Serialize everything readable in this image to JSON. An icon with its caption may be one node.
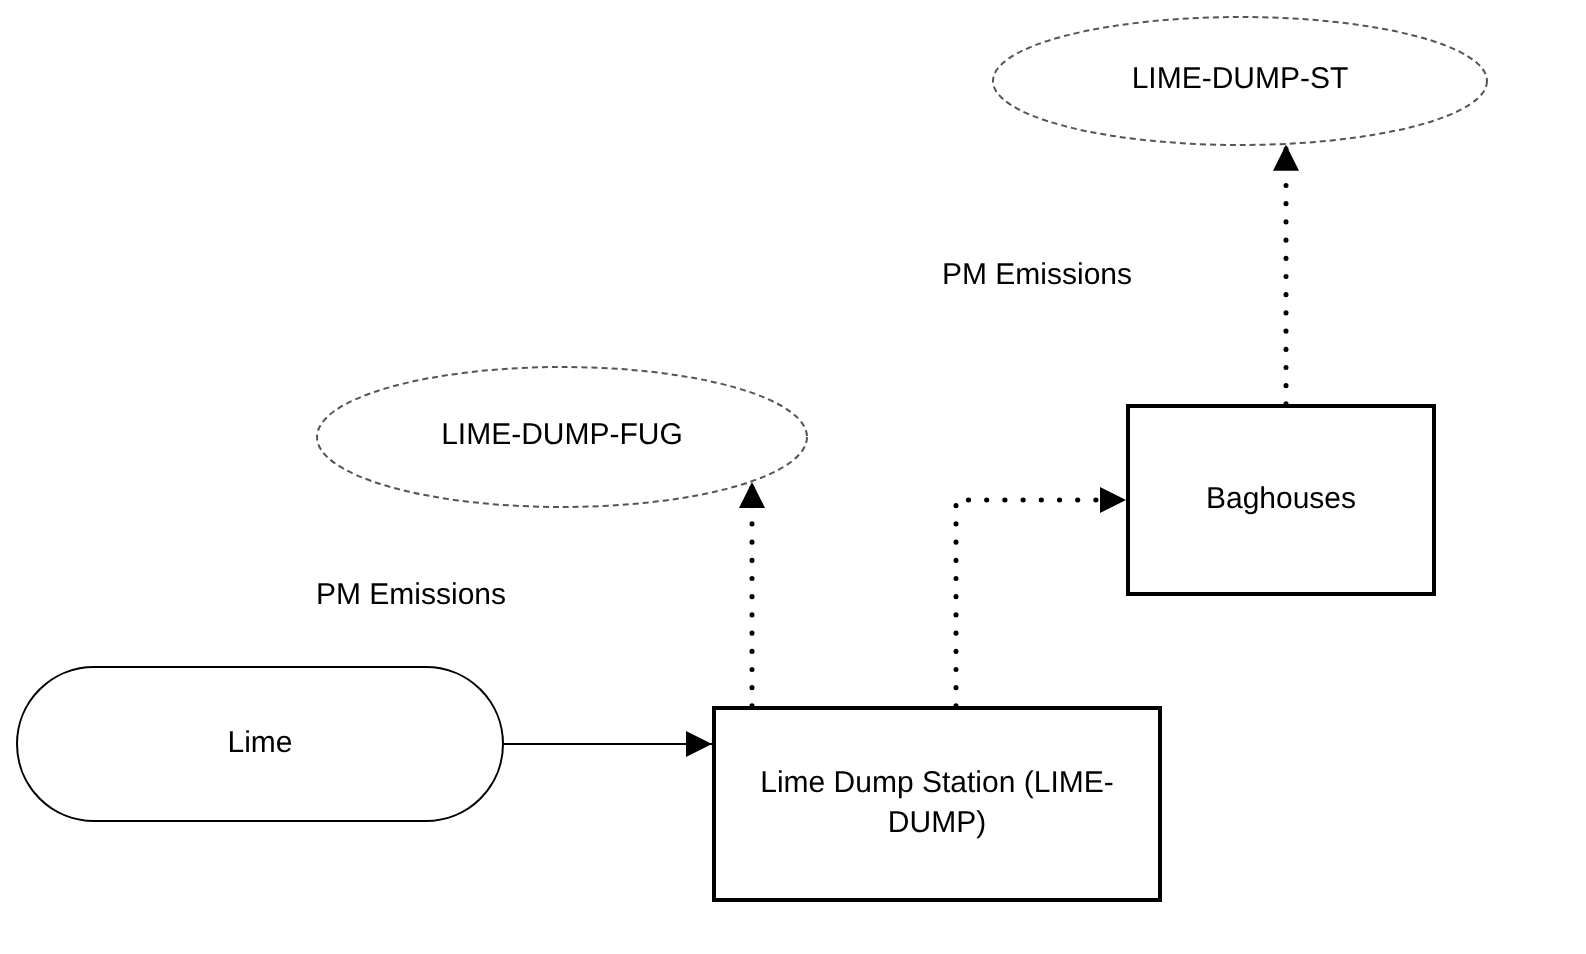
{
  "diagram": {
    "nodes": [
      {
        "text": [
          "Lime"
        ]
      },
      {
        "text": [
          "Lime Dump Station (LIME-DUMP)"
        ]
      },
      {
        "text": [
          "LIME-DUMP-FUG"
        ]
      },
      {
        "text": [
          "Baghouses"
        ]
      },
      {
        "text": [
          "LIME-DUMP-ST"
        ]
      }
    ],
    "edges": [
      {
        "from": 0,
        "to": 1,
        "arrow": "to"
      },
      {
        "from": 1,
        "to": 2,
        "arrow": "to",
        "style": "dashed"
      },
      {
        "from": 1,
        "to": 3,
        "arrow": "to",
        "style": "dashed"
      },
      {
        "from": 3,
        "to": 4,
        "arrow": "to",
        "style": "dashed"
      }
    ],
    "labels": [
      "PM Emissions",
      "PM Emissions"
    ]
  }
}
